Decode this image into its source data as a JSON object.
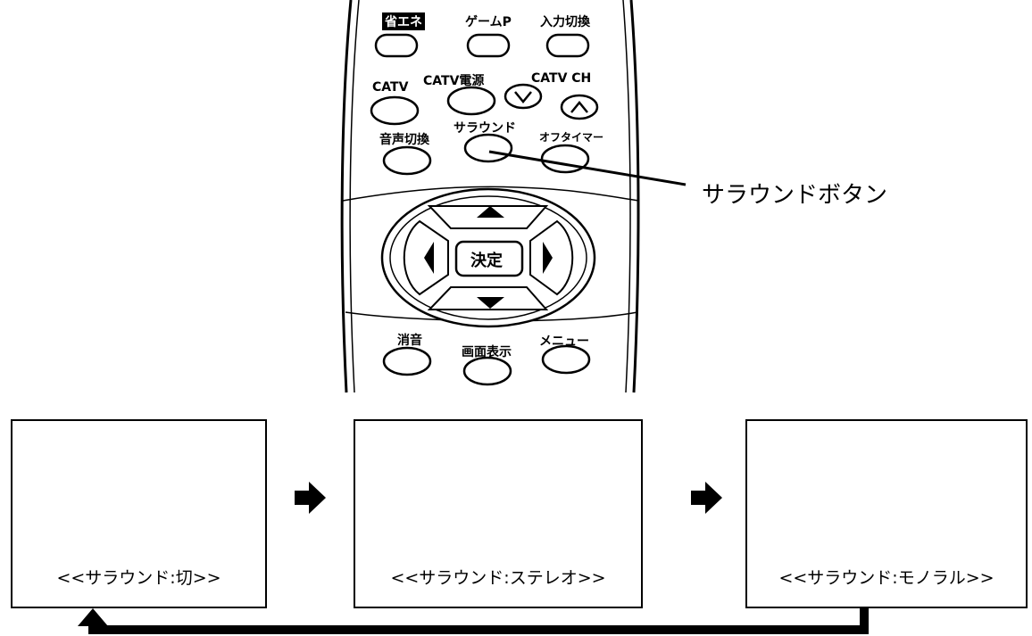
{
  "remote": {
    "buttons": {
      "eco": "省エネ",
      "game_p": "ゲームP",
      "input_switch": "入力切換",
      "catv": "CATV",
      "catv_power": "CATV電源",
      "catv_ch": "CATV CH",
      "audio_switch": "音声切換",
      "surround": "サラウンド",
      "off_timer": "オフタイマー",
      "enter": "決定",
      "mute": "消音",
      "screen_display": "画面表示",
      "menu": "メニュー"
    }
  },
  "callout": {
    "surround_button": "サラウンドボタン"
  },
  "screens": [
    {
      "caption": "<<サラウンド:切>>"
    },
    {
      "caption": "<<サラウンド:ステレオ>>"
    },
    {
      "caption": "<<サラウンド:モノラル>>"
    }
  ],
  "colors": {
    "line": "#000000",
    "background": "#ffffff"
  }
}
